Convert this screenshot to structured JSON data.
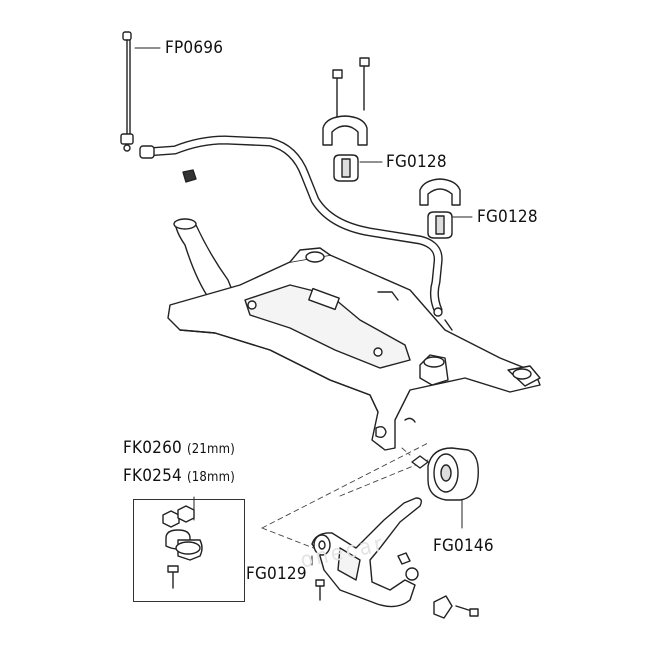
{
  "labels": {
    "stab_link": "FP0696",
    "bushing_upper": "FG0128",
    "bushing_lower": "FG0128",
    "ball_joint_a": "FK0260",
    "ball_joint_a_size": "(21mm)",
    "ball_joint_b": "FK0254",
    "ball_joint_b_size": "(18mm)",
    "rear_arm_bushing": "FG0146",
    "front_arm_bushing": "FG0129"
  },
  "watermark": "onecar",
  "colors": {
    "line": "#222222",
    "fill": "#ffffff",
    "shade": "#d9d9d9"
  }
}
